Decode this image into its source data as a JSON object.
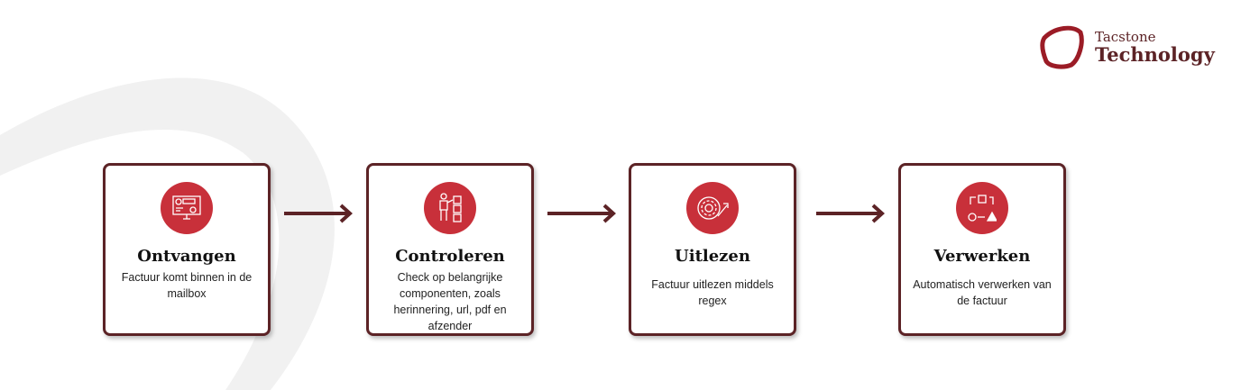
{
  "logo": {
    "line1": "Tacstone",
    "line2": "Technology"
  },
  "colors": {
    "border": "#5c2326",
    "accent": "#c8303a"
  },
  "steps": [
    {
      "title": "Ontvangen",
      "desc": "Factuur komt binnen in de mailbox",
      "icon": "monitor-dashboard-icon"
    },
    {
      "title": "Controleren",
      "desc": "Check op belangrijke componenten, zoals herinnering, url, pdf en afzender",
      "icon": "checklist-person-icon"
    },
    {
      "title": "Uitlezen",
      "desc": "Factuur uitlezen middels regex",
      "icon": "gear-process-icon"
    },
    {
      "title": "Verwerken",
      "desc": "Automatisch verwerken van de factuur",
      "icon": "workflow-shapes-icon"
    }
  ]
}
